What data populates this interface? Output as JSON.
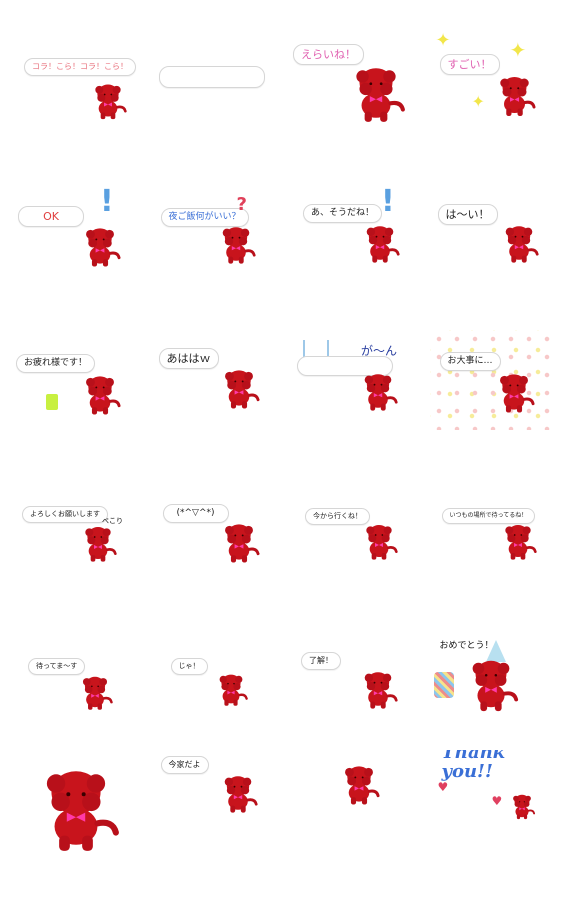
{
  "stickers": [
    {
      "id": "korakora",
      "text": "コラ！こら！コラ！こら！",
      "text_color": "#e8707c",
      "icon": "dog-angry-icon"
    },
    {
      "id": "empty",
      "text": "",
      "icon": "dog-icon"
    },
    {
      "id": "erai",
      "text": "えらいね！",
      "text_color": "#e060b0",
      "icon": "dog-icon"
    },
    {
      "id": "sugoi",
      "text": "すごい！",
      "text_color": "#e060b0",
      "icon": "sparkle-icon"
    },
    {
      "id": "ok",
      "text": "OK",
      "text_color": "#e04040",
      "icon": "exclamation-icon"
    },
    {
      "id": "gohan",
      "text": "夜ご飯何がいい？",
      "text_color": "#3a6fd6",
      "icon": "question-icon"
    },
    {
      "id": "soudane",
      "text": "あ、そうだね！",
      "text_color": "#222222",
      "icon": "exclamation-icon"
    },
    {
      "id": "hai",
      "text": "は～い！",
      "text_color": "#222222",
      "icon": "dog-icon"
    },
    {
      "id": "otsukare",
      "text": "お疲れ様です！",
      "text_color": "#222222",
      "icon": "drink-can-icon"
    },
    {
      "id": "ahaha",
      "text": "あははｗ",
      "text_color": "#222222",
      "icon": "dog-icon"
    },
    {
      "id": "gaan",
      "text": "が～ん",
      "text_color": "#2a3fa0",
      "icon": "shock-lines-icon"
    },
    {
      "id": "odaiji",
      "text": "お大事に…",
      "text_color": "#222222",
      "icon": "dots-pattern-icon"
    },
    {
      "id": "yoroshiku",
      "text": "よろしくお願いします",
      "text_color": "#222222",
      "extra": "ぺこり",
      "icon": "dog-icon"
    },
    {
      "id": "kaomoji",
      "text": "(*^▽^*)",
      "text_color": "#222222",
      "icon": "dog-sign-icon"
    },
    {
      "id": "imakara",
      "text": "今から行くね！",
      "text_color": "#222222",
      "icon": "dog-icon"
    },
    {
      "id": "itsumo",
      "text": "いつもの場所で待ってるね！",
      "text_color": "#222222",
      "icon": "dog-icon"
    },
    {
      "id": "mattemasu",
      "text": "待ってま～す",
      "text_color": "#222222",
      "icon": "dog-icon"
    },
    {
      "id": "jaa",
      "text": "じゃ！",
      "text_color": "#222222",
      "icon": "dog-icon"
    },
    {
      "id": "ryoukai",
      "text": "了解！",
      "text_color": "#222222",
      "icon": "dog-icon"
    },
    {
      "id": "omedetou",
      "text": "おめでとう！",
      "text_color": "#222222",
      "icon": "party-hat-icon"
    },
    {
      "id": "bigdog",
      "text": "",
      "icon": "dog-angry-icon"
    },
    {
      "id": "imaieda",
      "text": "今家だよ",
      "text_color": "#222222",
      "icon": "dog-icon"
    },
    {
      "id": "sad",
      "text": "",
      "icon": "dog-sad-icon"
    },
    {
      "id": "thanks",
      "text": "Thank you!!",
      "text_color": "#3a6fd6",
      "icon": "heart-icon"
    }
  ],
  "colors": {
    "dog": "#c8141c",
    "dog_dark": "#8e0a10",
    "bow": "#ff3aa8",
    "bubble_border": "#d6d6d6"
  }
}
